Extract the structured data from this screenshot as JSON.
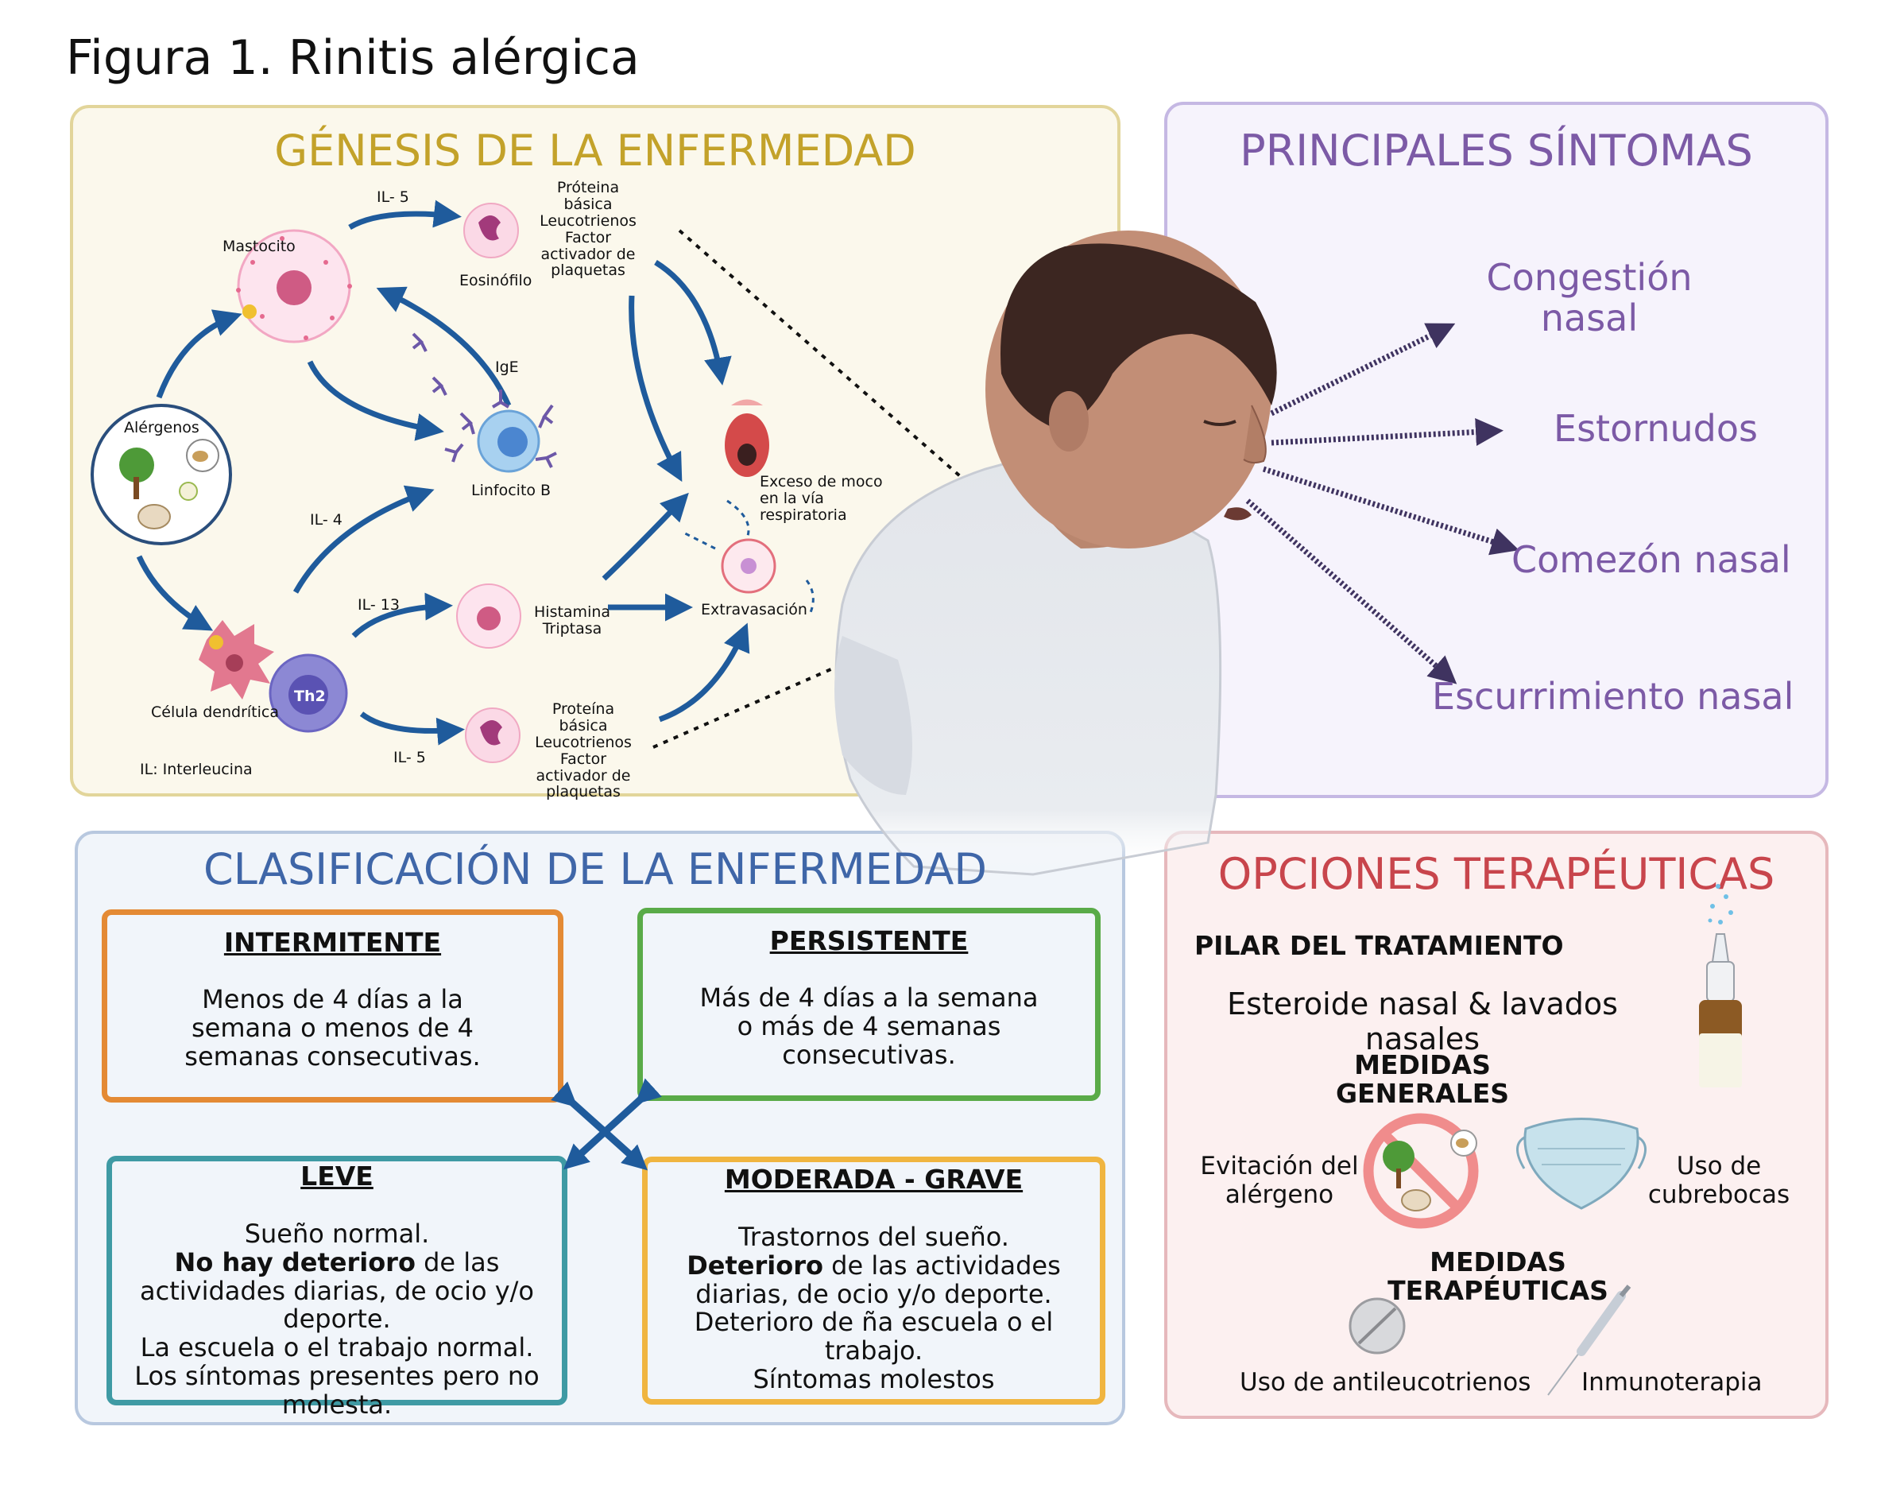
{
  "figure_title": "Figura 1. Rinitis alérgica",
  "genesis": {
    "title": "GÉNESIS DE LA ENFERMEDAD",
    "labels": {
      "il5_top": "IL- 5",
      "proteina_top": "Próteina\nbásica\nLeucotrienos\nFactor\nactivador de\nplaquetas",
      "mastocito": "Mastocito",
      "eosinofilo": "Eosinófilo",
      "ige": "IgE",
      "alergenos": "Alérgenos",
      "linfocito_b": "Linfocito B",
      "exceso_moco": "Exceso de moco\nen la vía\nrespiratoria",
      "il4": "IL- 4",
      "il13": "IL- 13",
      "histamina": "Histamina\nTriptasa",
      "extravasacion": "Extravasación",
      "th2": "Th2",
      "celula_dendritica": "Célula dendrítica",
      "il5_bottom": "IL- 5",
      "proteina_bottom": "Proteína\nbásica\nLeucotrienos\nFactor\nactivador de\nplaquetas",
      "il_note": "IL: Interleucina"
    }
  },
  "symptoms": {
    "title": "PRINCIPALES SÍNTOMAS",
    "items": [
      "Congestión\nnasal",
      "Estornudos",
      "Comezón nasal",
      "Escurrimiento nasal"
    ]
  },
  "classification": {
    "title": "CLASIFICACIÓN DE LA ENFERMEDAD",
    "intermitente": {
      "head": "INTERMITENTE",
      "text": "Menos de 4 días a la\nsemana o menos de 4\nsemanas consecutivas."
    },
    "persistente": {
      "head": "PERSISTENTE",
      "text": "Más de 4 días a la semana\no más de 4 semanas\nconsecutivas."
    },
    "leve": {
      "head": "LEVE",
      "line1": "Sueño normal.",
      "bold2": "No hay deterioro",
      "line2": " de las",
      "line3": "actividades diarias, de ocio y/o\ndeporte.\nLa escuela o el trabajo normal.\nLos síntomas presentes pero no\nmolesta."
    },
    "moderada": {
      "head": "MODERADA - GRAVE",
      "line1": "Trastornos del sueño.",
      "bold2": "Deterioro",
      "line2": " de las actividades",
      "line3": "diarias, de ocio y/o deporte.\nDeterioro de ña escuela o el\ntrabajo.\nSíntomas molestos"
    }
  },
  "therapy": {
    "title": "OPCIONES TERAPÉUTICAS",
    "pilar": "PILAR DEL TRATAMIENTO",
    "esteroide": "Esteroide nasal & lavados\nnasales",
    "medidas_generales": "MEDIDAS\nGENERALES",
    "evitacion": "Evitación del\nalérgeno",
    "cubrebocas": "Uso de\ncubrebocas",
    "medidas_terapeuticas": "MEDIDAS\nTERAPÉUTICAS",
    "antileucotrienos": "Uso de antileucotrienos",
    "inmunoterapia": "Inmunoterapia"
  },
  "colors": {
    "genesis_accent": "#c3a22a",
    "symptoms_accent": "#7c5aa6",
    "classification_accent": "#3f66a8",
    "therapy_accent": "#c8454c",
    "arrow_blue": "#1f5b9c"
  }
}
